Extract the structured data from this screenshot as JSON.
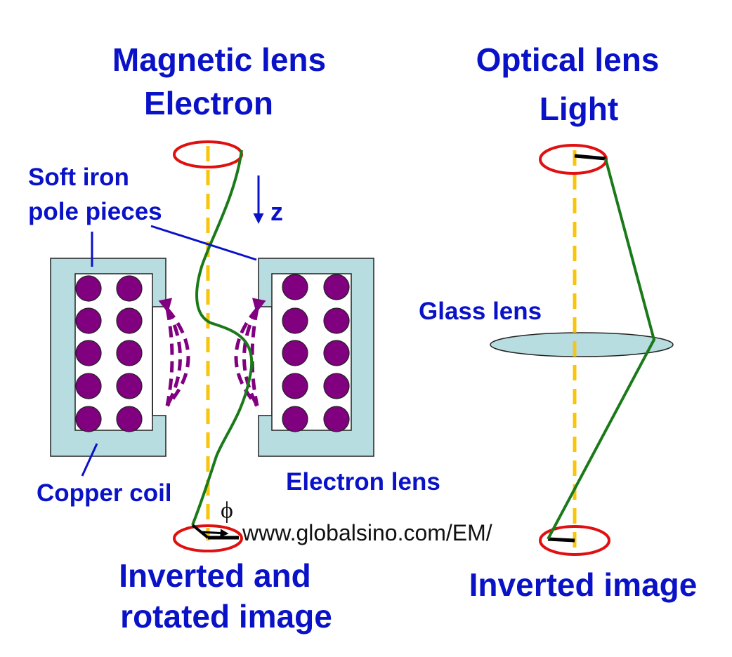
{
  "magnetic": {
    "title": "Magnetic lens",
    "subtitle": "Electron",
    "axis_label": "z",
    "pole_label_line1": "Soft iron",
    "pole_label_line2": "pole pieces",
    "coil_label": "Copper coil",
    "lens_label": "Electron lens",
    "image_label_line1": "Inverted and",
    "image_label_line2": "rotated image",
    "rotation_symbol": "ϕ"
  },
  "optical": {
    "title": "Optical lens",
    "subtitle": "Light",
    "lens_label": "Glass lens",
    "image_label": "Inverted image"
  },
  "watermark": "www.globalsino.com/EM/",
  "colors": {
    "label_blue": "#0a12c8",
    "ray_green": "#1a7a1a",
    "axis_yellow": "#f8c40c",
    "focal_red": "#e01010",
    "coil_purple": "#800080",
    "pole_piece_fill": "#b8dde0",
    "glass_fill": "#b8dde0"
  }
}
